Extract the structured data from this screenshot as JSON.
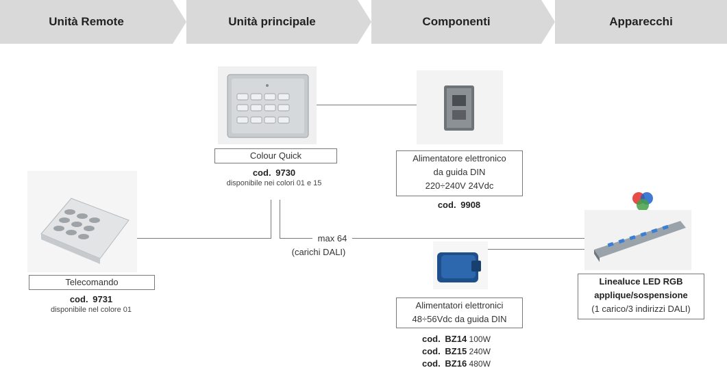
{
  "headers": [
    "Unità Remote",
    "Unità principale",
    "Componenti",
    "Apparecchi"
  ],
  "main_unit": {
    "name": "Colour Quick",
    "code_prefix": "cod.",
    "code": "9730",
    "note": "disponibile nei colori 01 e 15"
  },
  "remote": {
    "name": "Telecomando",
    "code_prefix": "cod.",
    "code": "9731",
    "note": "disponibile nel colore 01"
  },
  "psu_din": {
    "line1": "Alimentatore elettronico",
    "line2": "da guida DIN",
    "line3": "220÷240V 24Vdc",
    "code_prefix": "cod.",
    "code": "9908"
  },
  "psu_multi": {
    "line1": "Alimentatori elettronici",
    "line2": "48÷56Vdc da guida DIN",
    "codes": [
      {
        "prefix": "cod.",
        "code": "BZ14",
        "power": "100W"
      },
      {
        "prefix": "cod.",
        "code": "BZ15",
        "power": "240W"
      },
      {
        "prefix": "cod.",
        "code": "BZ16",
        "power": "480W"
      }
    ]
  },
  "bus": {
    "max": "max 64",
    "loads": "(carichi DALI)"
  },
  "luminaire": {
    "line1": "Linealuce LED RGB",
    "line2": "applique/sospensione",
    "line3": "(1 carico/3 indirizzi DALI)"
  },
  "colors": {
    "header_bg": "#d9d9d9",
    "line": "#777777",
    "rgb_red": "#e53935",
    "rgb_green": "#43a047",
    "rgb_blue": "#1e63c9"
  }
}
